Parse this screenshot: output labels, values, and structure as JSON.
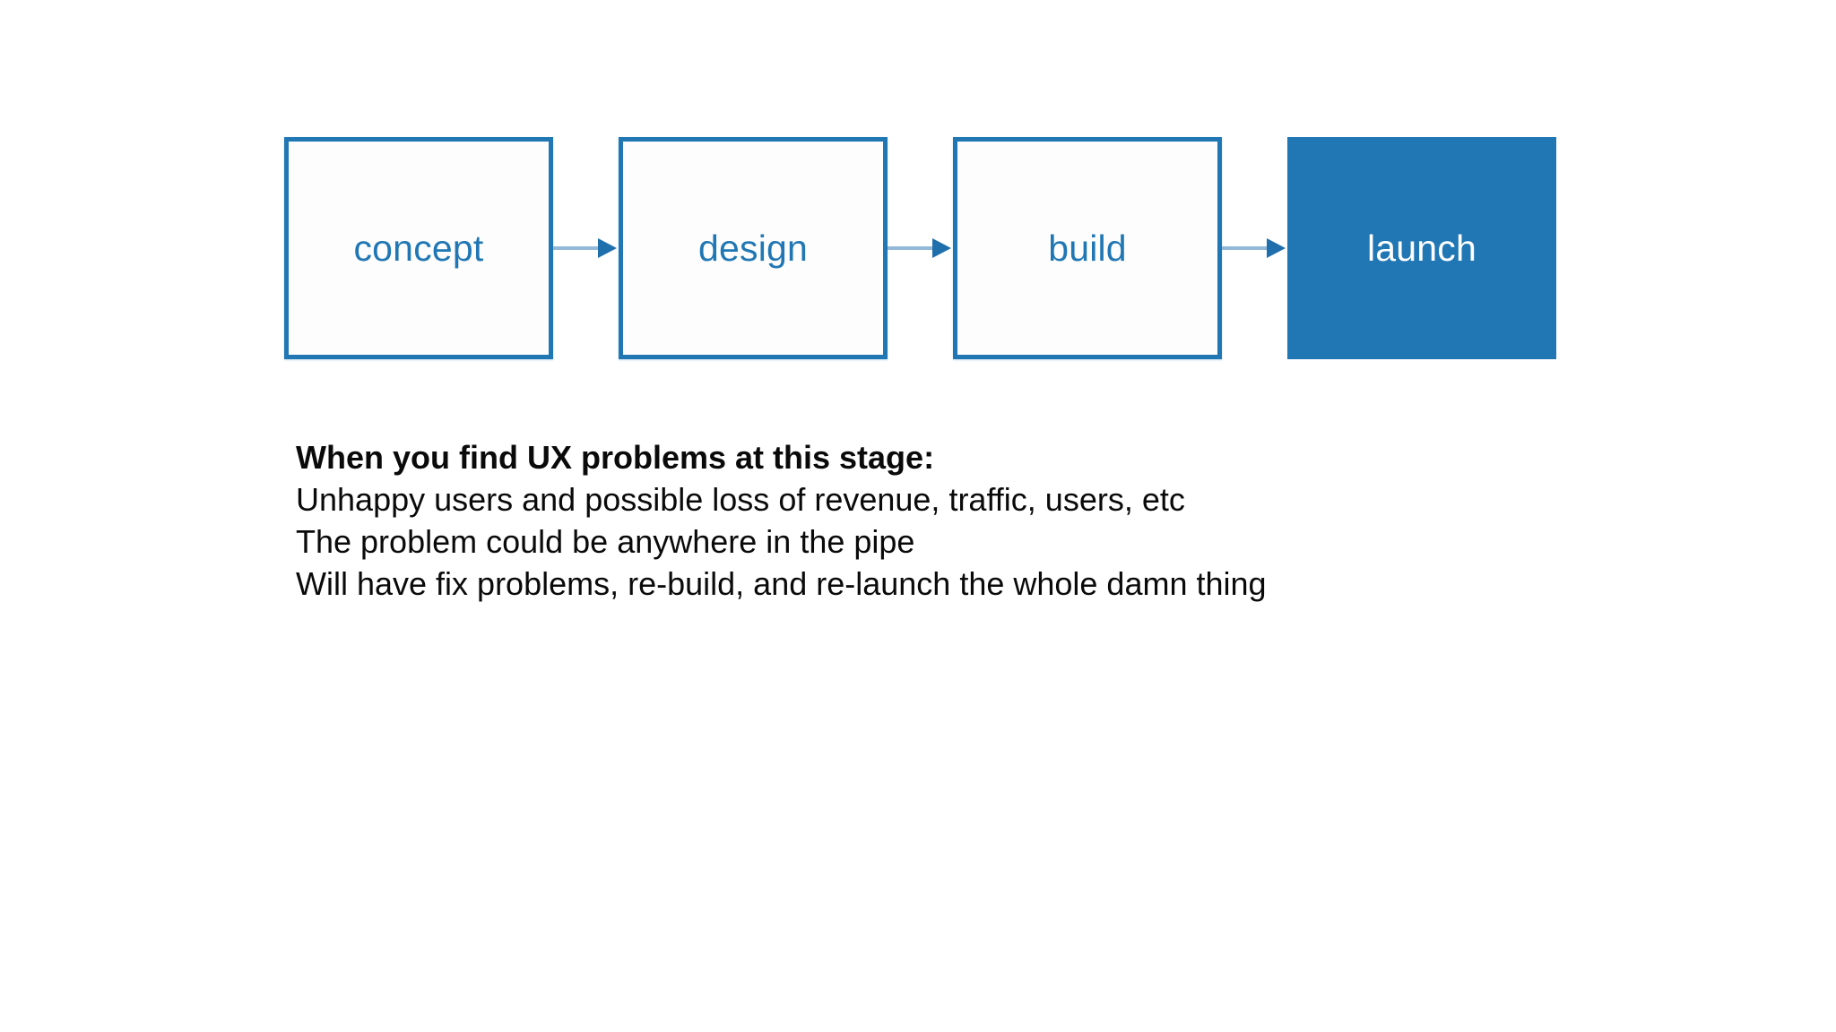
{
  "slide": {
    "background_color": "#ffffff",
    "accent_color": "#2077b4",
    "arrow_shaft_color": "#94b8d8",
    "arrow_head_color": "#1f6fad",
    "text_color": "#0a0a0a"
  },
  "pipeline": {
    "stages": [
      {
        "label": "concept",
        "style": "outline"
      },
      {
        "label": "design",
        "style": "outline"
      },
      {
        "label": "build",
        "style": "outline"
      },
      {
        "label": "launch",
        "style": "filled"
      }
    ],
    "connectors": [
      {
        "name": "arrow-concept-to-design"
      },
      {
        "name": "arrow-design-to-build"
      },
      {
        "name": "arrow-build-to-launch"
      }
    ]
  },
  "copy": {
    "heading": "When you find UX problems at this stage:",
    "lines": [
      "Unhappy users and possible loss of revenue, traffic, users, etc",
      "The problem could be anywhere in the pipe",
      "Will have fix problems, re-build, and re-launch the whole damn thing"
    ]
  }
}
